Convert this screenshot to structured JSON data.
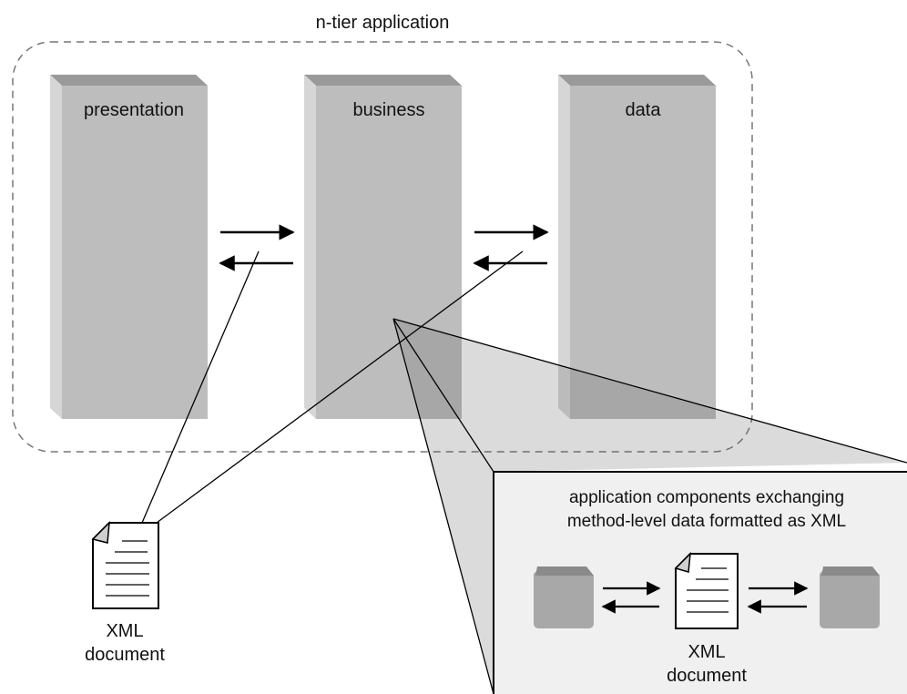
{
  "title": "n-tier application",
  "tiers": [
    {
      "label": "presentation"
    },
    {
      "label": "business"
    },
    {
      "label": "data"
    }
  ],
  "document_left": {
    "line1": "XML",
    "line2": "document"
  },
  "callout": {
    "caption_line1": "application components exchanging",
    "caption_line2": "method-level data formatted as XML",
    "document": {
      "line1": "XML",
      "line2": "document"
    }
  },
  "colors": {
    "tier_front": "#bdbdbd",
    "tier_top": "#9a9a9a",
    "tier_side": "#d6d6d6",
    "callout_fill": "#f0f0f0",
    "component_fill": "#a8a8a8"
  }
}
